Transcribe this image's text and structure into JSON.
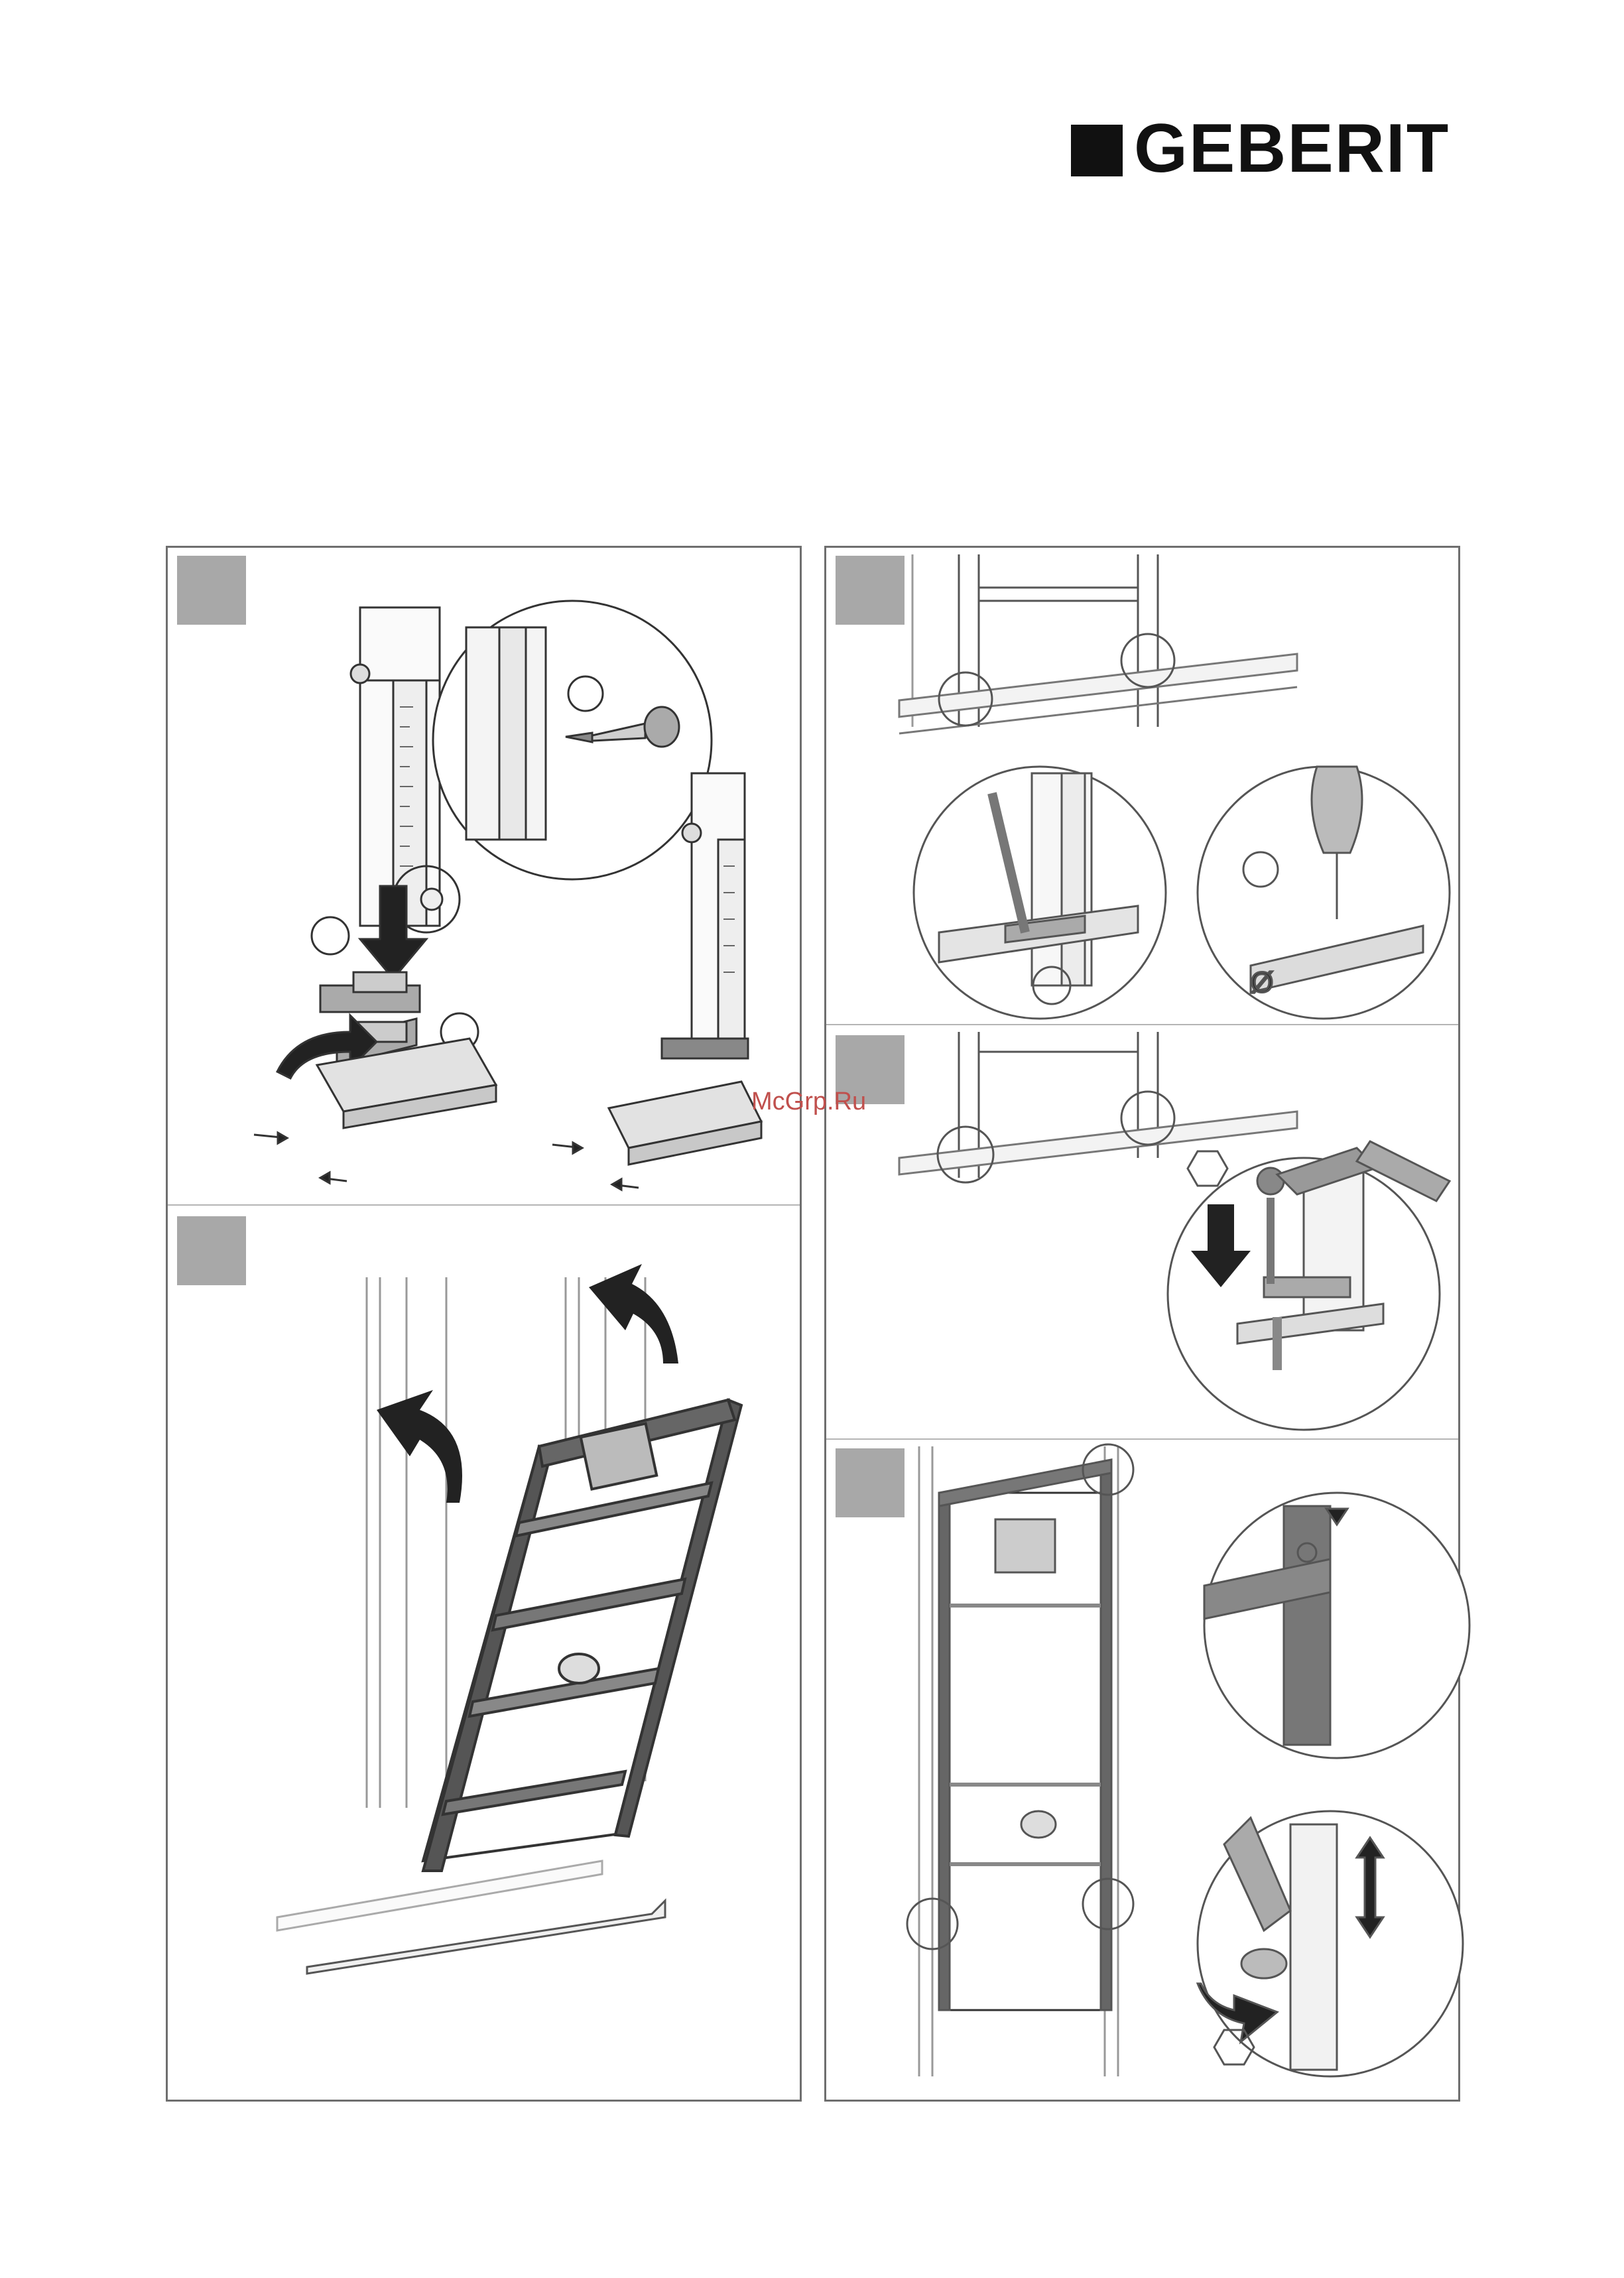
{
  "brand": {
    "name": "GEBERIT"
  },
  "watermark": {
    "text": "McGrp.Ru"
  },
  "symbols": {
    "diameter": "Ø"
  },
  "icons": [
    "geberit-logo-square",
    "drill-icon",
    "hammer-icon",
    "hex-nut-icon",
    "rotate-arrow-icon",
    "down-arrow-icon",
    "up-down-arrow-icon"
  ],
  "colors": {
    "frame": "#4a4a4a",
    "stepbox": "#a8a8a8",
    "border": "#6e6e6e",
    "watermark": "#c0504d"
  }
}
